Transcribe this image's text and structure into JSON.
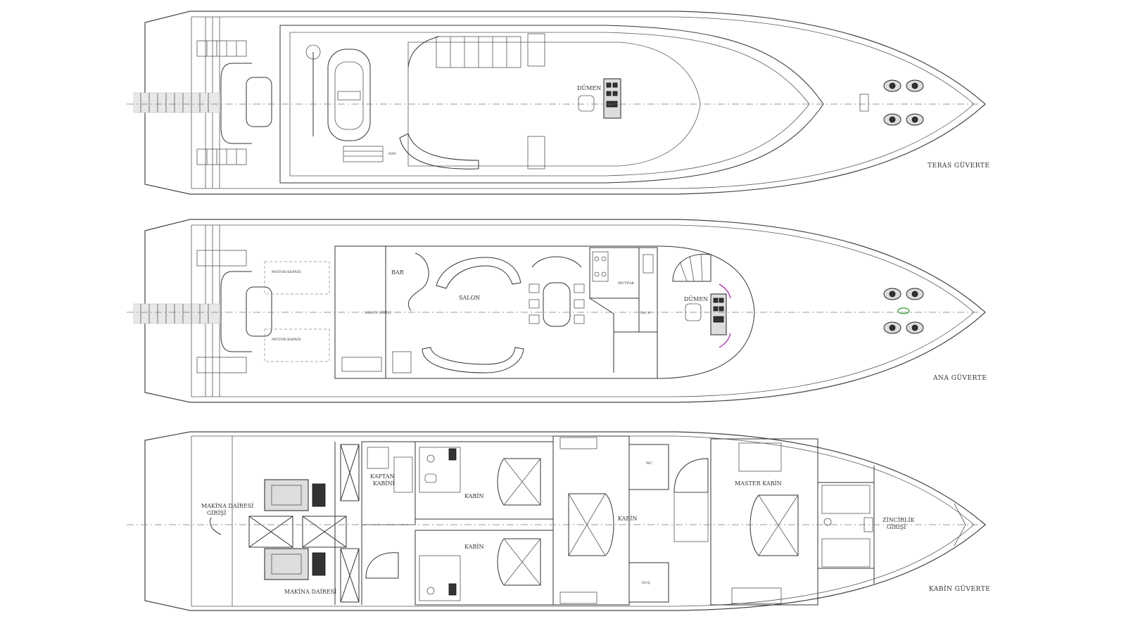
{
  "decks": [
    {
      "id": "teras",
      "title": "TERAS GÜVERTE",
      "labels": {
        "helm": "DÜMEN",
        "davit": "DAV"
      }
    },
    {
      "id": "ana",
      "title": "ANA GÜVERTE",
      "labels": {
        "bar": "BAR",
        "salon": "SALON",
        "helm": "DÜMEN",
        "galley": "MUTFAK",
        "day_head": "Bar d.",
        "salon_entry": "SALON GİRİŞİ",
        "engine_vent_1": "MOTOR KAPAĞI",
        "engine_vent_2": "MOTOR KAPAĞI"
      }
    },
    {
      "id": "kabin",
      "title": "KABİN GÜVERTE",
      "labels": {
        "engine_room_entry_1": "MAKİNA DAİRESİ",
        "engine_room_entry_2": "GİRİŞİ",
        "engine_room": "MAKİNA DAİRESİ",
        "captain_1": "KAPTAN",
        "captain_2": "KABİNİ",
        "cabin_1": "KABİN",
        "cabin_2": "KABİN",
        "cabin_3": "KABİN",
        "master": "MASTER KABİN",
        "chain_1": "ZİNCİRLİK",
        "chain_2": "GİRİŞİ",
        "wc": "WC",
        "dus": "DUŞ"
      }
    }
  ]
}
